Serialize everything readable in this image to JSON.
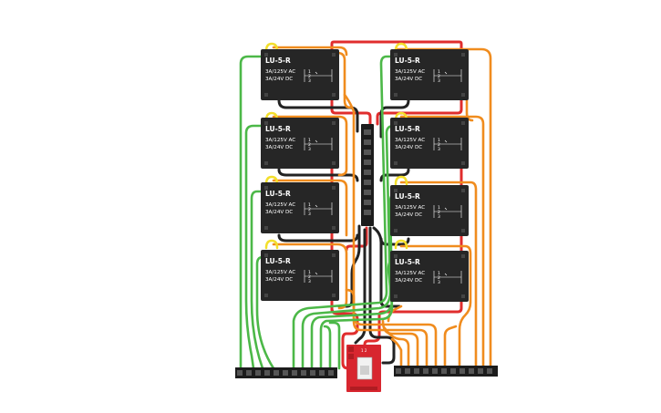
{
  "diagram": {
    "relays": [
      {
        "title": "LU-5-R",
        "spec_ac": "3A/125V AC",
        "spec_dc": "3A/24V  DC",
        "pins": [
          "1",
          "2",
          "3"
        ]
      },
      {
        "title": "LU-5-R",
        "spec_ac": "3A/125V AC",
        "spec_dc": "3A/24V  DC",
        "pins": [
          "1",
          "2",
          "3"
        ]
      },
      {
        "title": "LU-5-R",
        "spec_ac": "3A/125V AC",
        "spec_dc": "3A/24V  DC",
        "pins": [
          "1",
          "2",
          "3"
        ]
      },
      {
        "title": "LU-5-R",
        "spec_ac": "3A/125V AC",
        "spec_dc": "3A/24V  DC",
        "pins": [
          "1",
          "2",
          "3"
        ]
      },
      {
        "title": "LU-5-R",
        "spec_ac": "3A/125V AC",
        "spec_dc": "3A/24V  DC",
        "pins": [
          "1",
          "2",
          "3"
        ]
      },
      {
        "title": "LU-5-R",
        "spec_ac": "3A/125V AC",
        "spec_dc": "3A/24V  DC",
        "pins": [
          "1",
          "2",
          "3"
        ]
      },
      {
        "title": "LU-5-R",
        "spec_ac": "3A/125V AC",
        "spec_dc": "3A/24V  DC",
        "pins": [
          "1",
          "2",
          "3"
        ]
      },
      {
        "title": "LU-5-R",
        "spec_ac": "3A/125V AC",
        "spec_dc": "3A/24V  DC",
        "pins": [
          "1",
          "2",
          "3"
        ]
      }
    ],
    "power_board_label": "1 2",
    "colors": {
      "relay_body": "#262626",
      "wire_green": "#4cb848",
      "wire_orange": "#f08c1e",
      "wire_red": "#e02d2d",
      "wire_black": "#222222",
      "wire_yellow": "#f3df2c",
      "header": "#1c1c1c",
      "power_board": "#d8262f"
    }
  }
}
